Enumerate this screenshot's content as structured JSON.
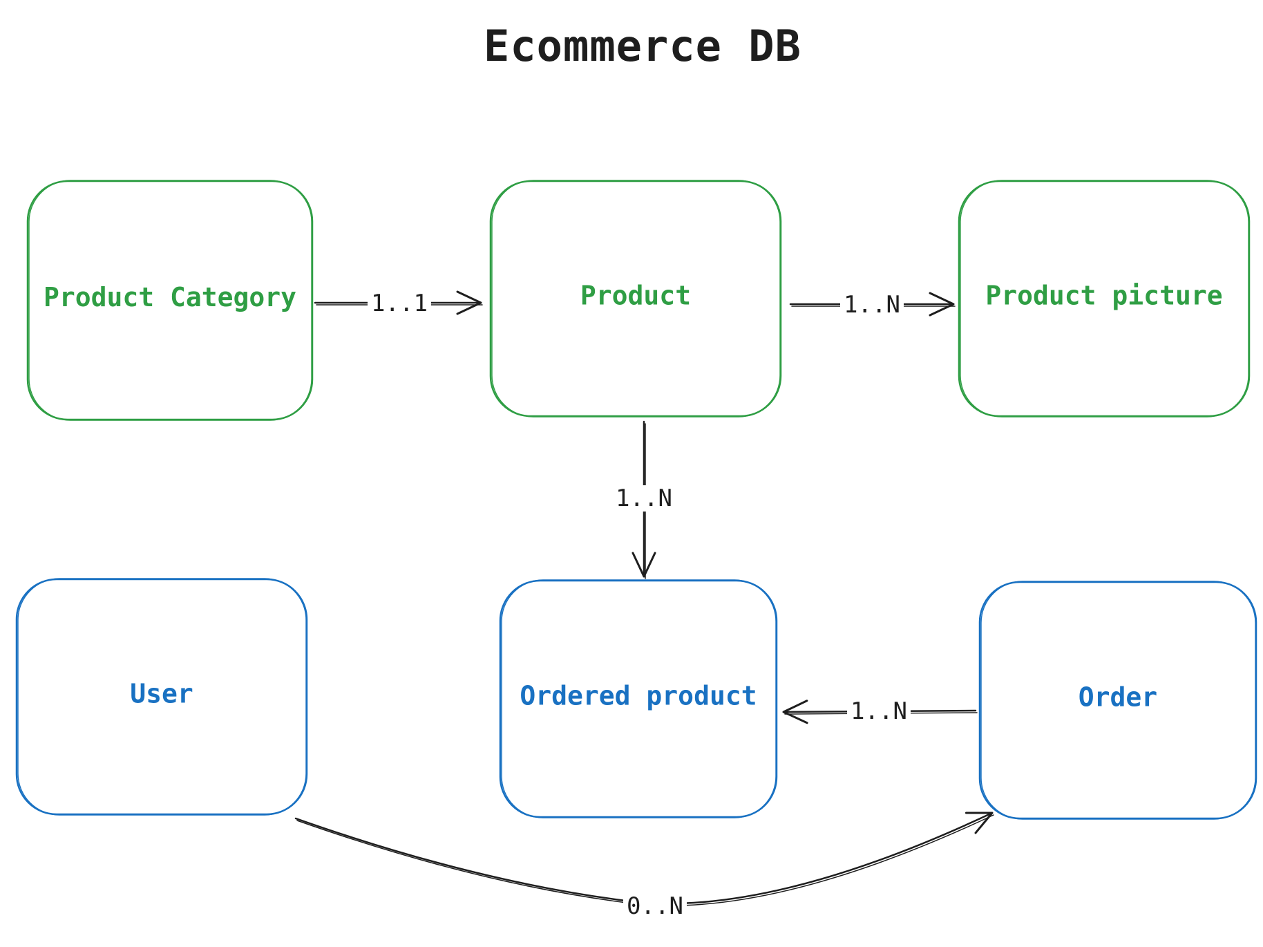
{
  "title": "Ecommerce DB",
  "colors": {
    "background": "#ffffff",
    "green": "#2f9e44",
    "blue": "#1971c2",
    "line": "#1e1e1e",
    "text": "#1e1e1e"
  },
  "nodes": [
    {
      "id": "product-category",
      "label": "Product Category",
      "group": "green"
    },
    {
      "id": "product",
      "label": "Product",
      "group": "green"
    },
    {
      "id": "product-picture",
      "label": "Product picture",
      "group": "green"
    },
    {
      "id": "user",
      "label": "User",
      "group": "blue"
    },
    {
      "id": "ordered-product",
      "label": "Ordered product",
      "group": "blue"
    },
    {
      "id": "order",
      "label": "Order",
      "group": "blue"
    }
  ],
  "edges": [
    {
      "id": "category-to-product",
      "from": "product-category",
      "to": "product",
      "label": "1..1"
    },
    {
      "id": "product-to-picture",
      "from": "product",
      "to": "product-picture",
      "label": "1..N"
    },
    {
      "id": "product-to-ordered",
      "from": "product",
      "to": "ordered-product",
      "label": "1..N"
    },
    {
      "id": "order-to-ordered",
      "from": "order",
      "to": "ordered-product",
      "label": "1..N"
    },
    {
      "id": "user-to-order",
      "from": "user",
      "to": "order",
      "label": "0..N"
    }
  ]
}
